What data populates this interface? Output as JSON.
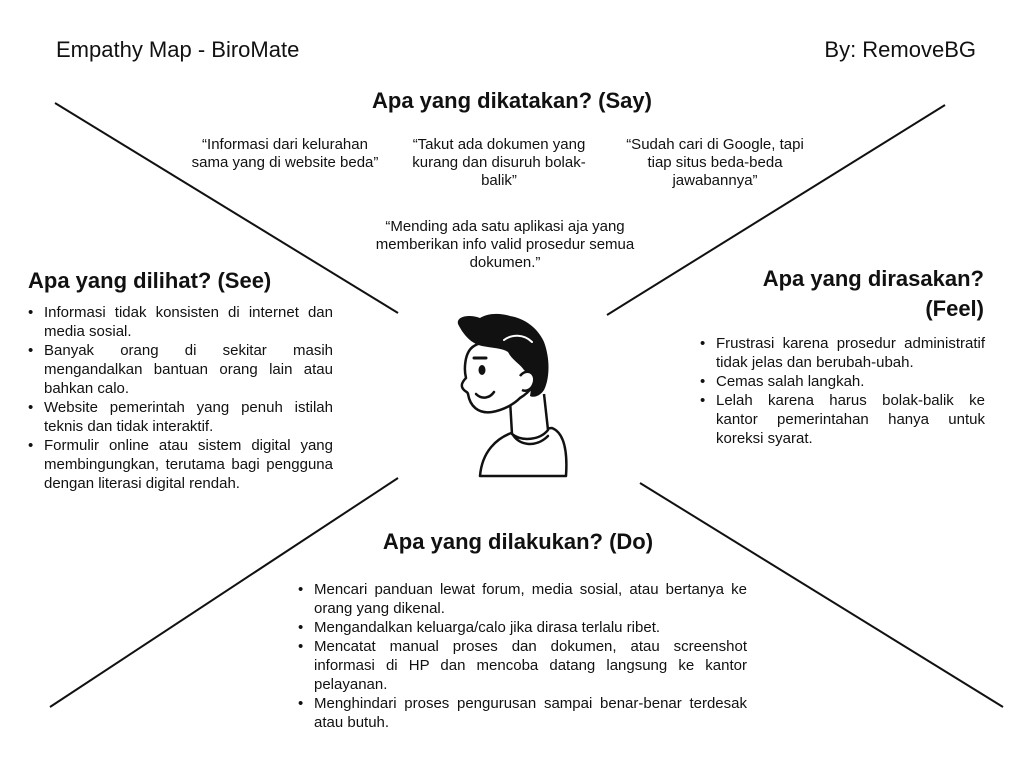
{
  "header": {
    "title": "Empathy Map - BiroMate",
    "author": "By: RemoveBG"
  },
  "say": {
    "heading": "Apa yang dikatakan? (Say)",
    "quotes": [
      "“Informasi dari kelurahan sama yang di website beda”",
      "“Takut ada dokumen yang kurang dan disuruh bolak-balik”",
      "“Sudah cari di Google, tapi tiap situs beda-beda jawabannya”",
      "“Mending ada satu aplikasi aja yang memberikan info valid prosedur semua dokumen.”"
    ]
  },
  "see": {
    "heading": "Apa yang dilihat? (See)",
    "items": [
      "Informasi tidak konsisten di internet dan media sosial.",
      "Banyak orang di sekitar masih mengandalkan bantuan orang lain atau bahkan calo.",
      "Website pemerintah yang penuh istilah teknis dan tidak interaktif.",
      "Formulir online atau sistem digital yang membingungkan, terutama bagi pengguna dengan literasi digital rendah."
    ]
  },
  "feel": {
    "heading_line1": "Apa yang dirasakan?",
    "heading_line2": "(Feel)",
    "items": [
      "Frustrasi karena prosedur administratif tidak jelas dan berubah-ubah.",
      "Cemas salah langkah.",
      "Lelah karena harus bolak-balik ke kantor pemerintahan hanya untuk koreksi syarat."
    ]
  },
  "do": {
    "heading": "Apa yang dilakukan? (Do)",
    "items": [
      "Mencari panduan lewat forum, media sosial, atau bertanya ke orang yang dikenal.",
      "Mengandalkan keluarga/calo jika dirasa terlalu ribet.",
      "Mencatat manual proses dan dokumen, atau screenshot informasi di HP dan mencoba datang langsung ke kantor pelayanan.",
      "Menghindari proses pengurusan sampai benar-benar terdesak atau butuh."
    ]
  },
  "center": {
    "icon": "person-avatar-icon"
  }
}
